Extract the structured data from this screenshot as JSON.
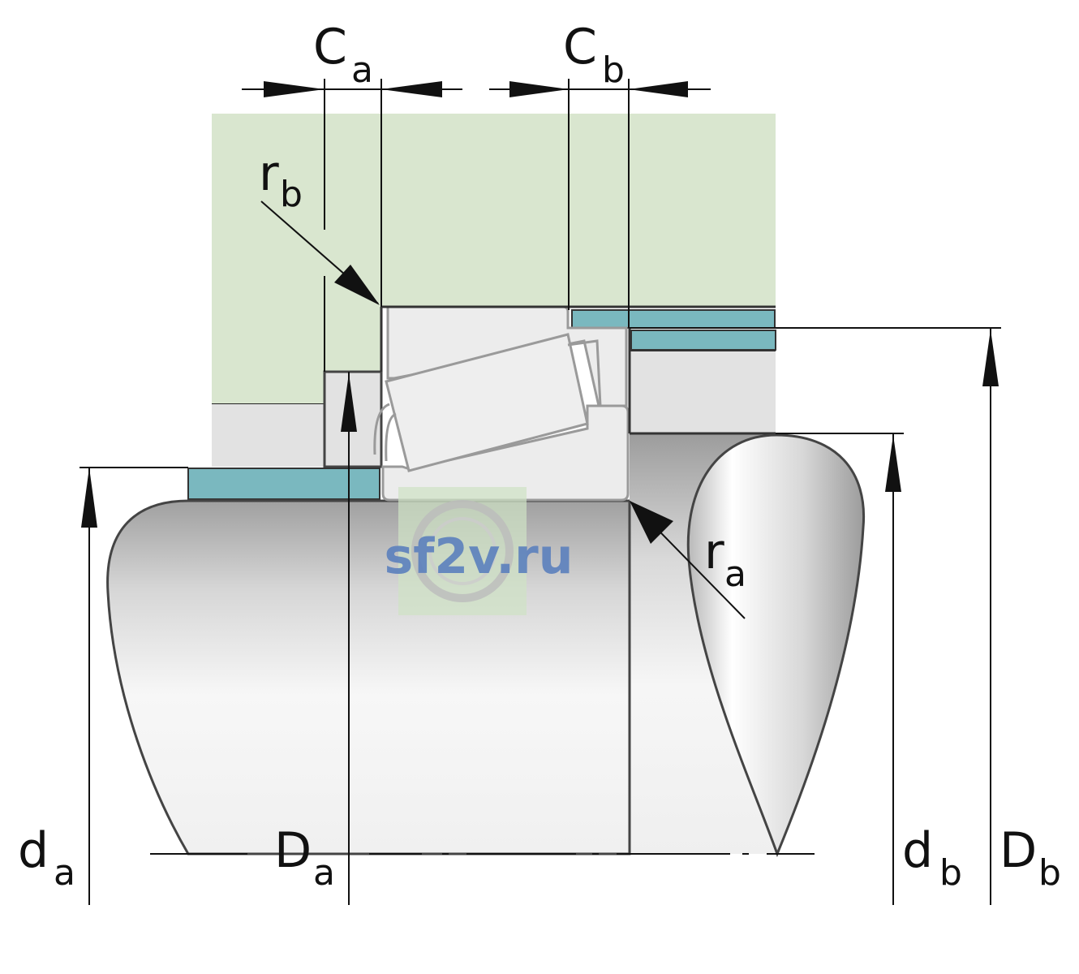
{
  "diagram": {
    "labels": {
      "Ca": {
        "main": "C",
        "sub": "a"
      },
      "Cb": {
        "main": "C",
        "sub": "b"
      },
      "rb": {
        "main": "r",
        "sub": "b"
      },
      "ra": {
        "main": "r",
        "sub": "a"
      },
      "da": {
        "main": "d",
        "sub": "a"
      },
      "Da": {
        "main": "D",
        "sub": "a"
      },
      "db": {
        "main": "d",
        "sub": "b"
      },
      "Db": {
        "main": "D",
        "sub": "b"
      }
    },
    "watermark": "sf2v.ru",
    "colors": {
      "housing": "#d9e6cf",
      "ring_section": "#e2e2e2",
      "seal_strip": "#7ab8bf",
      "shaft_light": "#f4f4f4",
      "shaft_dark": "#a9a9a9",
      "line": "#111111"
    }
  }
}
